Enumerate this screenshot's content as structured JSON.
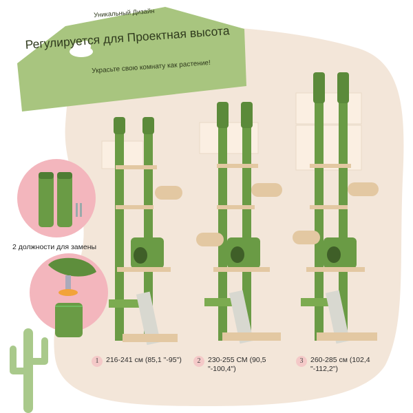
{
  "banner": {
    "badge": "Уникальный  Дизайн",
    "title": "Регулируется для Проектная высота",
    "subtitle": "Украсьте свою комнату как растение!"
  },
  "replacement": {
    "label": "2 должности для замены"
  },
  "heights": [
    {
      "number": "1",
      "text": "216-241 см (85,1 \"-95\")"
    },
    {
      "number": "2",
      "text": "230-255 СМ (90,5 \"-100,4\")"
    },
    {
      "number": "3",
      "text": "260-285 см (102,4 \"-112,2\")"
    }
  ],
  "colors": {
    "banner_green": "#a8c57f",
    "beige_background": "#f3e6d9",
    "pink_circle": "#f3b6bd",
    "cactus_green": "#6a9b45",
    "wood": "#e3c8a2"
  }
}
